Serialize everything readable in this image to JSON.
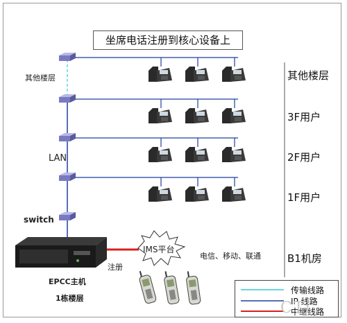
{
  "title": "坐席电话注册到核心设备上",
  "left_labels": {
    "other_floor": "其他楼层",
    "lan": "LAN",
    "switch": "switch",
    "host": "EPCC主机",
    "building": "1栋楼层",
    "register": "注册"
  },
  "right_labels": [
    "其他楼层",
    "3F用户",
    "2F用户",
    "1F用户",
    "B1机房"
  ],
  "ims": "IMS平台",
  "carriers": "电信、移动、联通",
  "legend": {
    "transmission": "传输线路",
    "ip_line": "IP  线路",
    "trunk": "中继线路"
  },
  "watermark": "CTi",
  "colors": {
    "ip_line": "#1f3f9f",
    "transmission": "#38c8d8",
    "trunk": "#d82020",
    "switch": "#8a8ac8"
  }
}
